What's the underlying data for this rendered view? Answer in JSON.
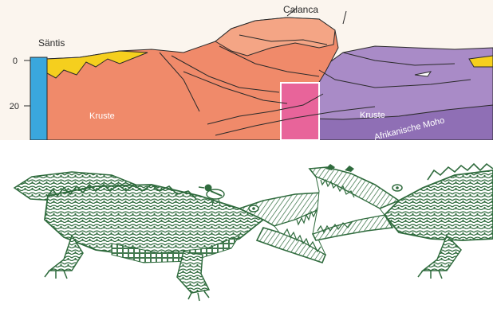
{
  "geology_section": {
    "labels": {
      "saentis": "Säntis",
      "calanca": "Calanca",
      "crust_left": "Kruste",
      "crust_right": "Kruste",
      "moho": "Afrikanische Moho"
    },
    "depth_ticks": [
      "0",
      "20"
    ],
    "colors": {
      "european_crust": "#f08a6a",
      "african_crust": "#a98bc7",
      "molasse_blue": "#3aa7dd",
      "sediment_yellow": "#f5cf1e",
      "lepontine_pink": "#e8649a",
      "background": "#fbf5ee",
      "line": "#2a2a2a"
    }
  },
  "illustration": {
    "subject": "two crocodiles facing each other with open jaws, plover birds",
    "ink_color": "#2f6b3d"
  }
}
